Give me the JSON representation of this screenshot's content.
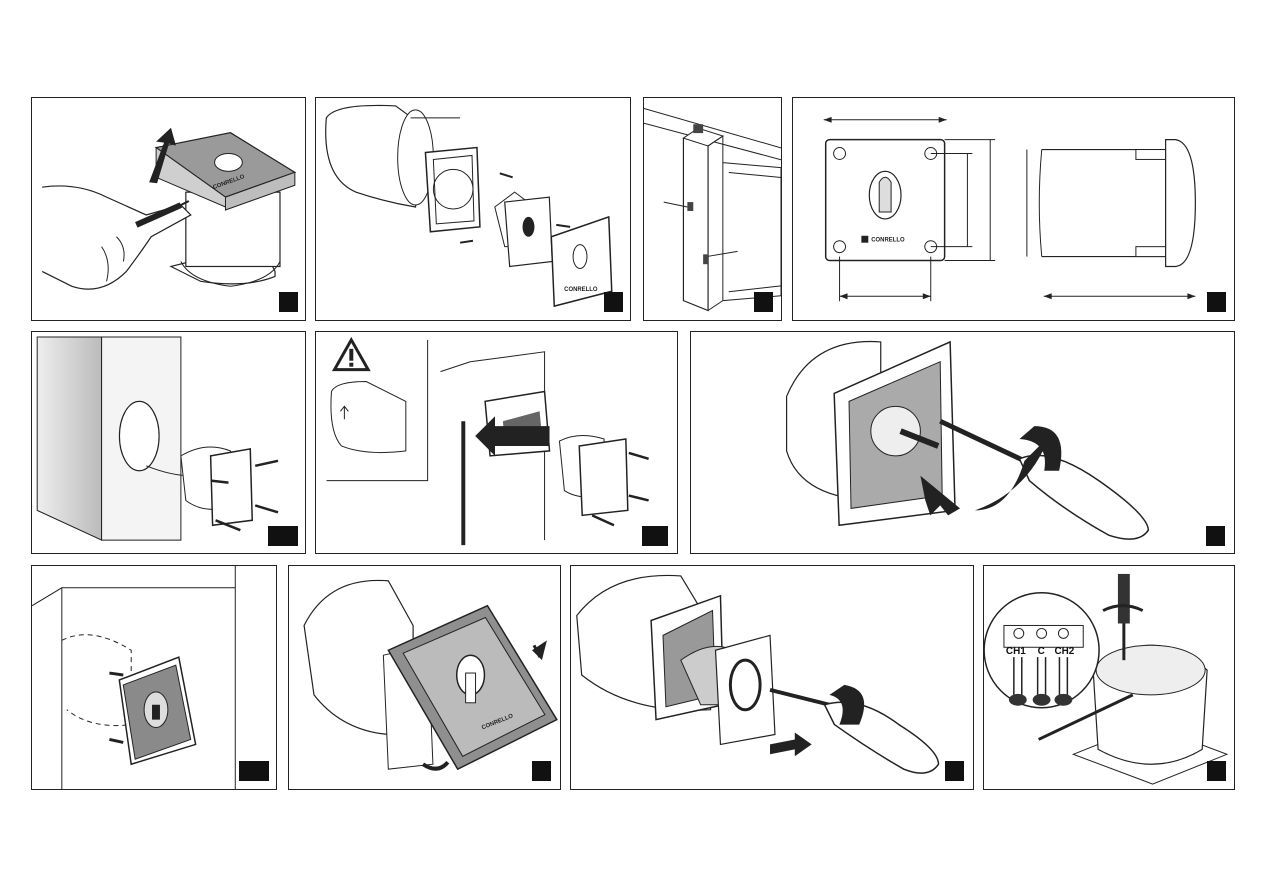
{
  "brand": "CONRELLO",
  "terminal_labels": [
    "CH1",
    "C",
    "CH2"
  ],
  "panel_count": 11,
  "marker_color": "#111111"
}
